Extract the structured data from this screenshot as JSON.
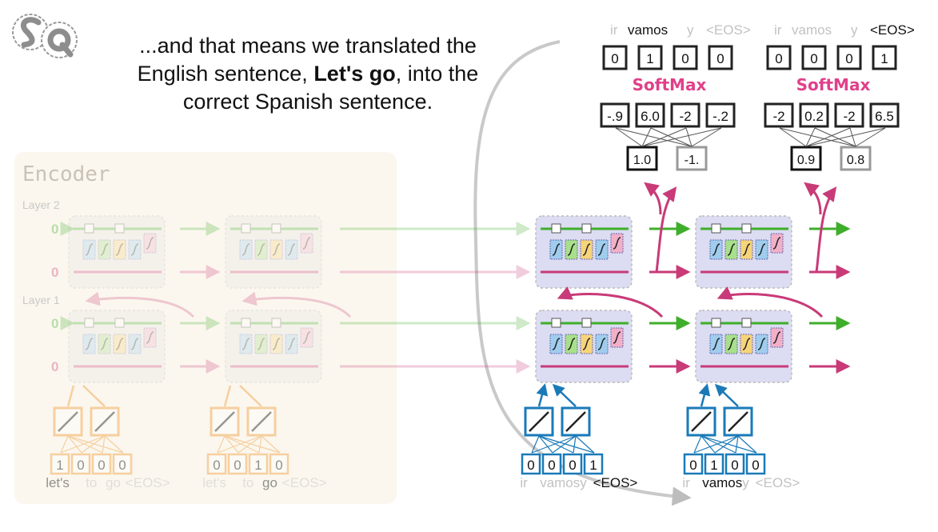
{
  "caption": {
    "part1": "...and that means we translated the English sentence, ",
    "bold": "Let's go",
    "part2": ", into the correct Spanish sentence."
  },
  "encoder": {
    "title": "Encoder",
    "layer2_label": "Layer 2",
    "layer1_label": "Layer 1",
    "state_value": "0",
    "inputs": [
      {
        "onehot": [
          "1",
          "0",
          "0",
          "0"
        ],
        "tokens": [
          "let's",
          "to",
          "go",
          "<EOS>"
        ],
        "active": 0
      },
      {
        "onehot": [
          "0",
          "0",
          "1",
          "0"
        ],
        "tokens": [
          "let's",
          "to",
          "go",
          "<EOS>"
        ],
        "active": 2
      }
    ]
  },
  "decoder": {
    "steps": [
      {
        "input_onehot": [
          "0",
          "0",
          "0",
          "1"
        ],
        "input_tokens": [
          "ir",
          "vamos",
          "y",
          "<EOS>"
        ],
        "input_active": 3,
        "fc_outputs": [
          "1.0",
          "-1."
        ],
        "logits": [
          "-.9",
          "6.0",
          "-2",
          "-.2"
        ],
        "softmax_label": "SoftMax",
        "softmax_out": [
          "0",
          "1",
          "0",
          "0"
        ],
        "out_tokens": [
          "ir",
          "vamos",
          "y",
          "<EOS>"
        ],
        "out_active": 1
      },
      {
        "input_onehot": [
          "0",
          "1",
          "0",
          "0"
        ],
        "input_tokens": [
          "ir",
          "vamos",
          "y",
          "<EOS>"
        ],
        "input_active": 1,
        "fc_outputs": [
          "0.9",
          "0.8"
        ],
        "logits": [
          "-2",
          "0.2",
          "-2",
          "6.5"
        ],
        "softmax_label": "SoftMax",
        "softmax_out": [
          "0",
          "0",
          "0",
          "1"
        ],
        "out_tokens": [
          "ir",
          "vamos",
          "y",
          "<EOS>"
        ],
        "out_active": 3
      }
    ]
  },
  "colors": {
    "green": "#3fae2a",
    "pink": "#c93a78",
    "blue": "#1a7ab8",
    "orange": "#f0a040",
    "softmax": "#e0408a",
    "encoder_box": "#fbf6ec"
  }
}
